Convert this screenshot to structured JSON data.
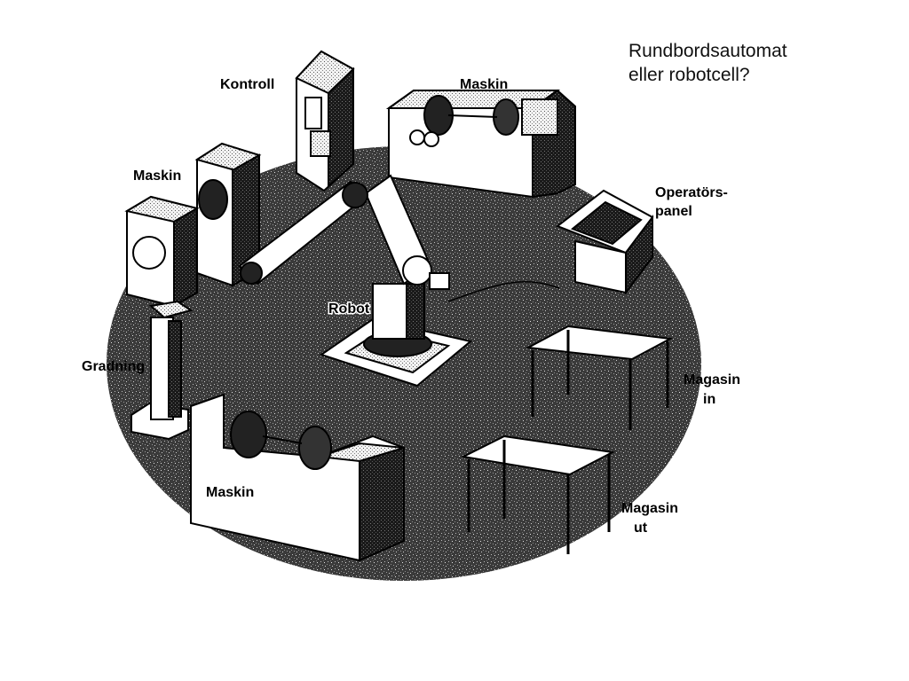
{
  "slide": {
    "title_line1": "Rundbordsautomat",
    "title_line2": "eller robotcell?"
  },
  "diagram": {
    "labels": {
      "kontroll": "Kontroll",
      "maskin_top": "Maskin",
      "maskin_left": "Maskin",
      "maskin_bottom": "Maskin",
      "operator_line1": "Operatörs-",
      "operator_line2": "panel",
      "robot": "Robot",
      "gradning": "Gradning",
      "magasin_in_line1": "Magasin",
      "magasin_in_line2": "in",
      "magasin_ut_line1": "Magasin",
      "magasin_ut_line2": "ut"
    },
    "colors": {
      "ink": "#000000",
      "paper": "#ffffff",
      "floor_dark": "#3a3a3a"
    }
  }
}
